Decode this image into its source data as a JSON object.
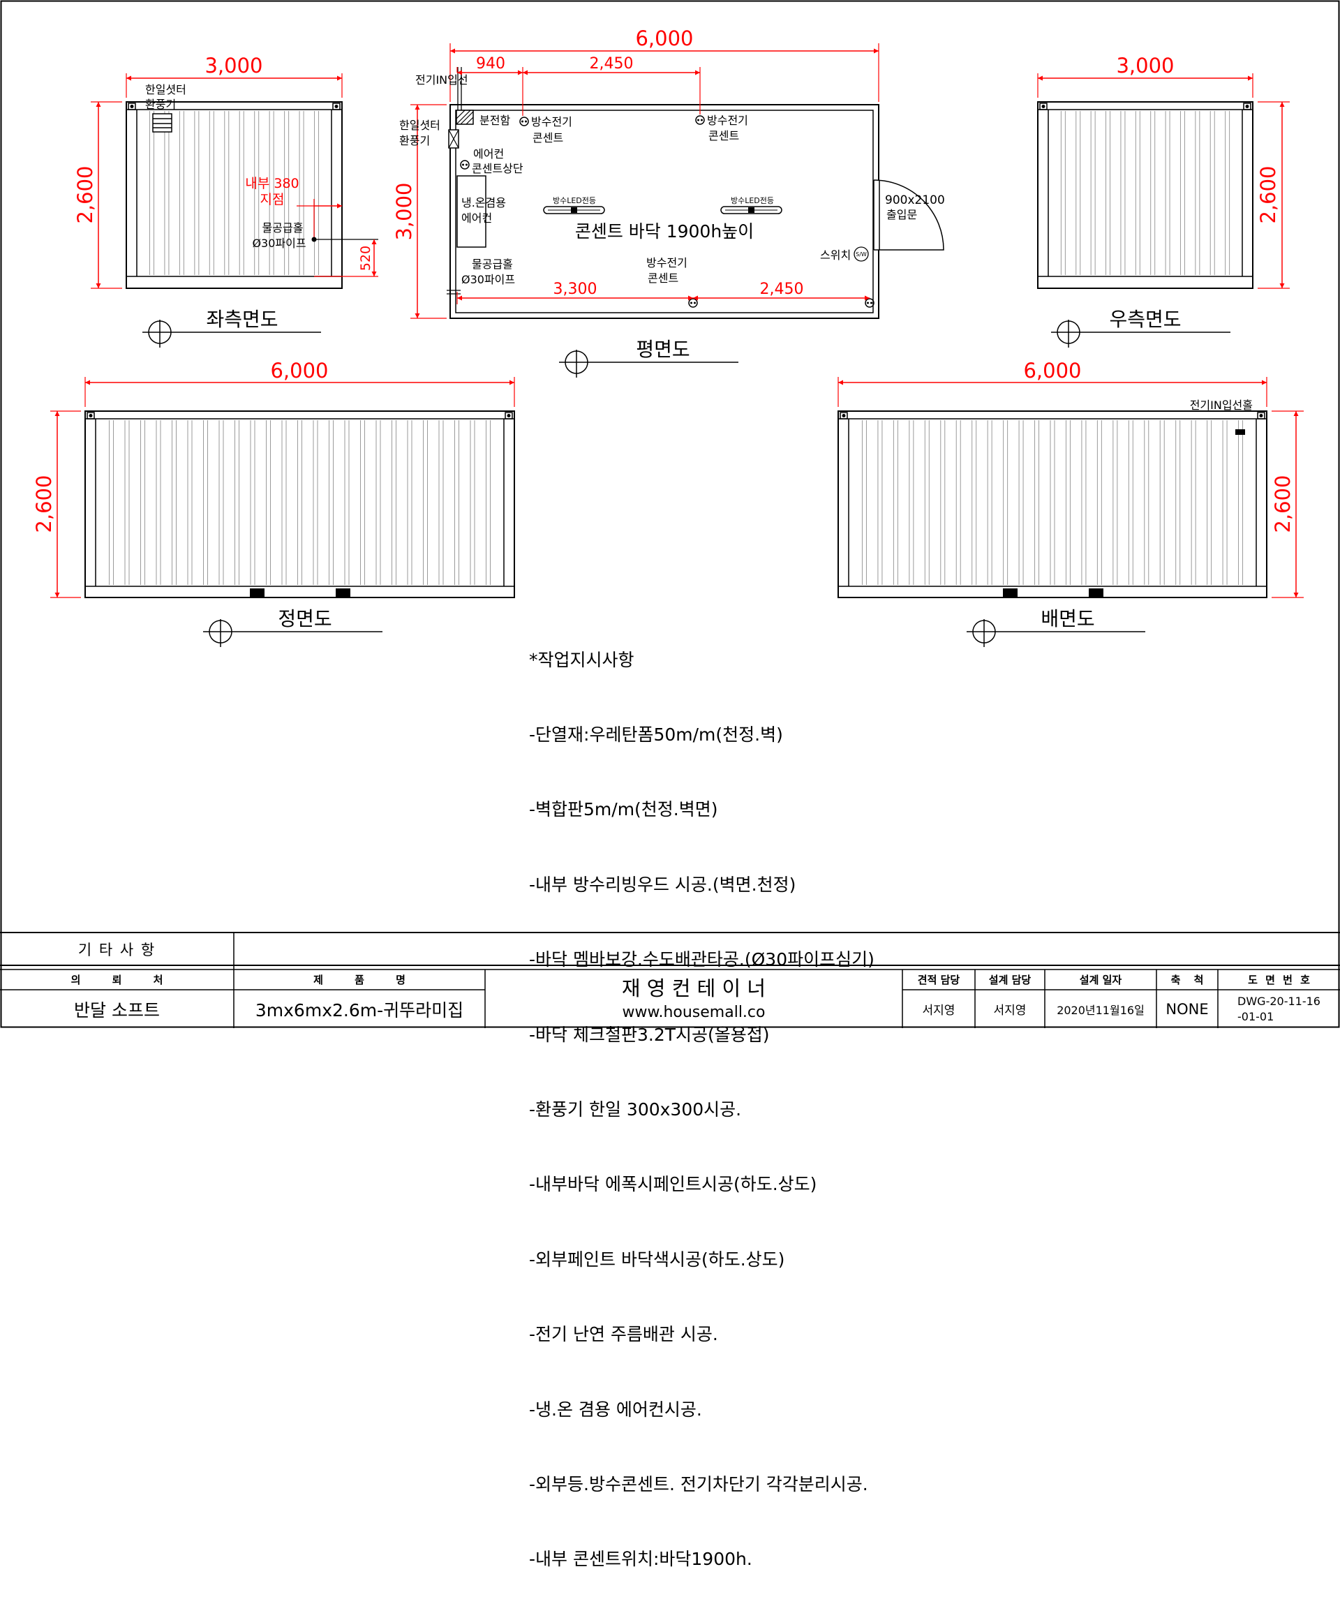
{
  "views": {
    "left": {
      "title": "좌측면도",
      "dim_w": "3,000",
      "dim_h": "2,600",
      "label_shutter_1": "한일셧터",
      "label_shutter_2": "환풍기",
      "label_inner_1": "내부 380",
      "label_inner_2": "지점",
      "label_water_1": "물공급홀",
      "label_water_2": "Ø30파이프",
      "dim_520": "520"
    },
    "plan": {
      "title": "평면도",
      "dim_total": "6,000",
      "dim_940": "940",
      "dim_2450_top": "2,450",
      "dim_3000": "3,000",
      "dim_3300": "3,300",
      "dim_2450_bottom": "2,450",
      "label_elec_in": "전기IN입선",
      "label_shutter_1": "한일셧터",
      "label_shutter_2": "환풍기",
      "label_panel": "분전함",
      "label_outlet1_1": "방수전기",
      "label_outlet1_2": "콘센트",
      "label_outlet2_1": "방수전기",
      "label_outlet2_2": "콘센트",
      "label_ac_top_1": "에어컨",
      "label_ac_top_2": "콘센트상단",
      "label_ac_1": "냉.온겸용",
      "label_ac_2": "에어컨",
      "label_led_1": "방수LED전등",
      "label_led_2": "방수LED전등",
      "label_outlet_height": "콘센트 바닥 1900h높이",
      "label_door_1": "900x2100",
      "label_door_2": "출입문",
      "label_switch": "스위치",
      "label_switch_sym": "S/W",
      "label_water_1": "물공급홀",
      "label_water_2": "Ø30파이프",
      "label_outlet3_1": "방수전기",
      "label_outlet3_2": "콘센트"
    },
    "right": {
      "title": "우측면도",
      "dim_w": "3,000",
      "dim_h": "2,600"
    },
    "front": {
      "title": "정면도",
      "dim_w": "6,000",
      "dim_h": "2,600"
    },
    "back": {
      "title": "배면도",
      "dim_w": "6,000",
      "dim_h": "2,600",
      "label_elec_hole": "전기IN입선홀"
    }
  },
  "notes": {
    "heading": "*작업지시사항",
    "items": [
      "-단열재:우레탄폼50m/m(천정.벽)",
      "-벽합판5m/m(천정.벽면)",
      "-내부 방수리빙우드 시공.(벽면.천정)",
      "-바닥 멤바보강.수도배관타공.(Ø30파이프심기)",
      "-바닥 체크철판3.2T시공(올용접)",
      "-환풍기 한일 300x300시공.",
      "-내부바닥 에폭시페인트시공(하도.상도)",
      "-외부페인트 바닥색시공(하도.상도)",
      "-전기 난연 주름배관 시공.",
      "-냉.온 겸용 에어컨시공.",
      "-외부등.방수콘센트. 전기차단기 각각분리시공.",
      "-내부 콘센트위치:바닥1900h."
    ]
  },
  "title_block": {
    "etc_label": "기 타 사 항",
    "client_header": "의 뢰 처",
    "client_value": "반달 소프트",
    "product_header": "제 품 명",
    "product_value": "3mx6mx2.6m-귀뚜라미집",
    "company_name": "재 영 컨 테 이 너",
    "company_url": "www.housemall.co",
    "estimate_header": "견적 담당",
    "estimate_value": "서지영",
    "design_header": "설계 담당",
    "design_value": "서지영",
    "date_header": "설계 일자",
    "date_value": "2020년11월16일",
    "scale_header": "축 척",
    "scale_value": "NONE",
    "drawing_no_header": "도 면 번 호",
    "drawing_no_line1": "DWG-20-11-16",
    "drawing_no_line2": "-01-01"
  },
  "colors": {
    "dimension": "#ff0000",
    "line": "#000000",
    "rib": "#9a9a9a"
  }
}
